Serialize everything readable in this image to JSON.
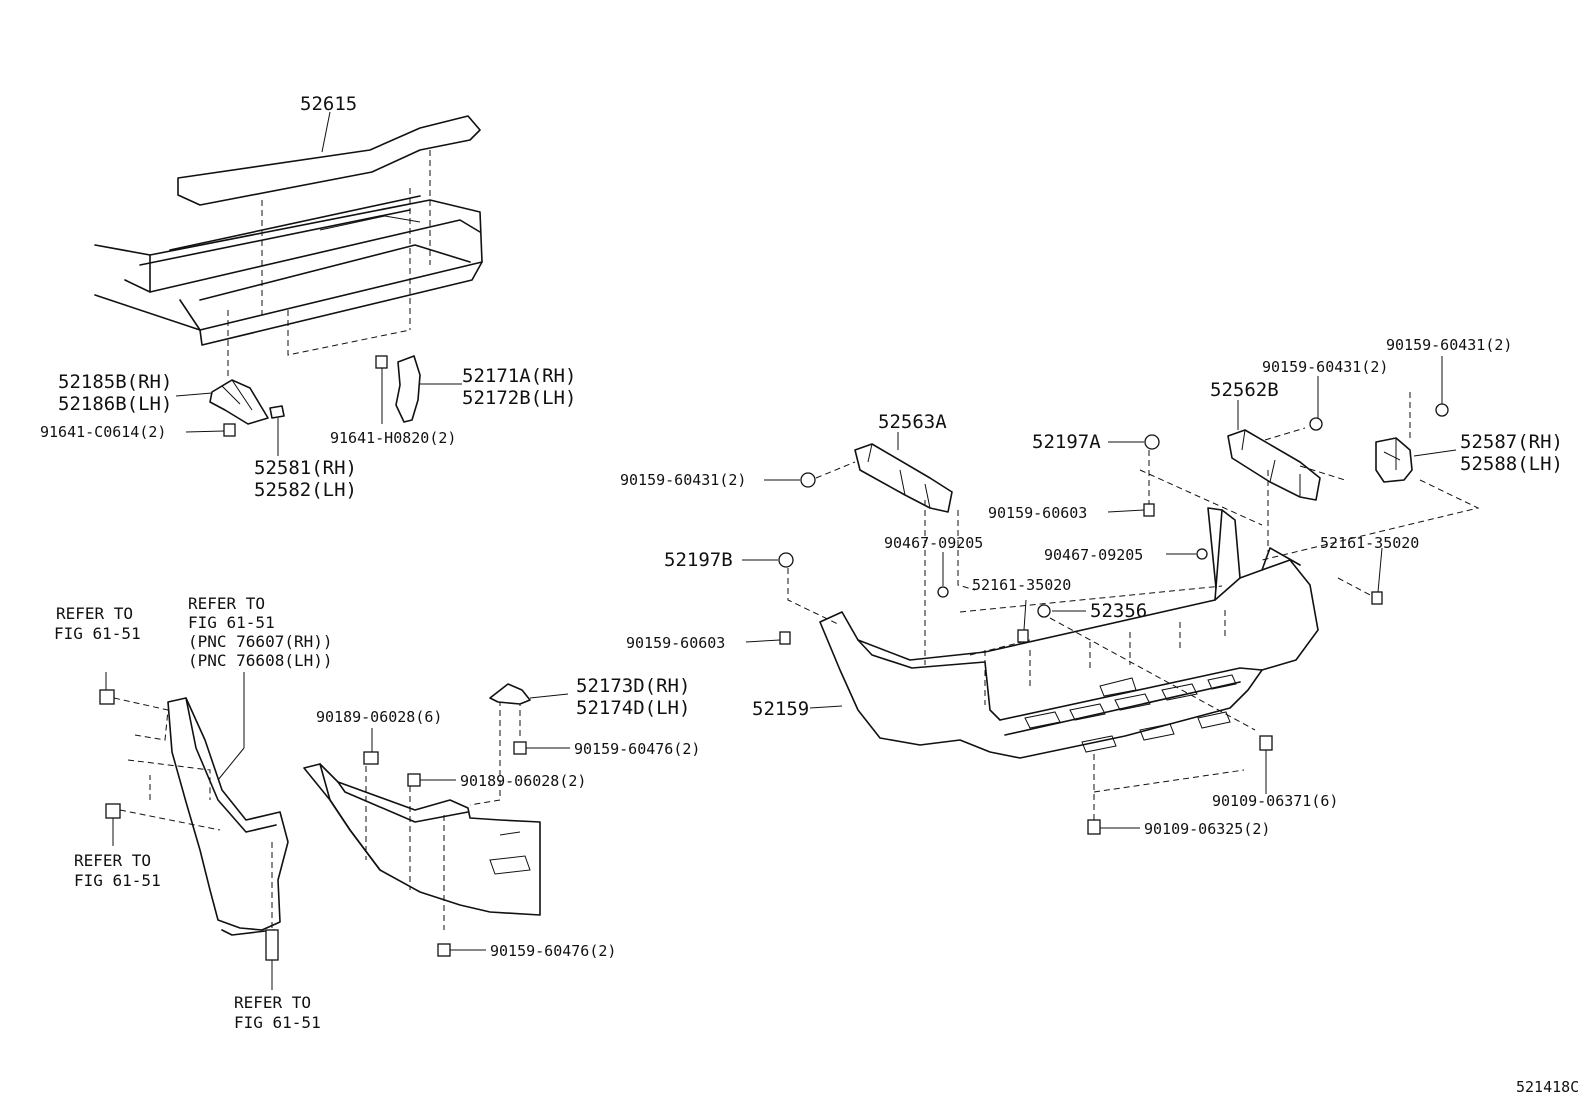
{
  "diagram_code": "521418C",
  "labels": {
    "p52615": "52615",
    "p52185b": "52185B(RH)",
    "p52186b": "52186B(LH)",
    "p91641c": "91641-C0614(2)",
    "p52581": "52581(RH)",
    "p52582": "52582(LH)",
    "p52171a": "52171A(RH)",
    "p52172b": "52172B(LH)",
    "p91641h": "91641-H0820(2)",
    "p52563a": "52563A",
    "p90159_431_a": "90159-60431(2)",
    "p90467_a": "90467-09205",
    "p52197b": "52197B",
    "p90159_603_a": "90159-60603",
    "p52161_a": "52161-35020",
    "p52356": "52356",
    "p52159": "52159",
    "p52197a": "52197A",
    "p90159_603_b": "90159-60603",
    "p90467_b": "90467-09205",
    "p52562b": "52562B",
    "p90159_431_b": "90159-60431(2)",
    "p90159_431_c": "90159-60431(2)",
    "p52587": "52587(RH)",
    "p52588": "52588(LH)",
    "p52161_b": "52161-35020",
    "p90109_371": "90109-06371(6)",
    "p90109_325": "90109-06325(2)",
    "p52173d": "52173D(RH)",
    "p52174d": "52174D(LH)",
    "p90159_476_a": "90159-60476(2)",
    "p90189_6": "90189-06028(6)",
    "p90189_2": "90189-06028(2)",
    "p90159_476_b": "90159-60476(2)"
  },
  "refs": {
    "ref1_l1": "REFER TO",
    "ref1_l2": "FIG 61-51",
    "ref2_l1": "REFER TO",
    "ref2_l2": "FIG 61-51",
    "ref2_l3": "(PNC 76607(RH))",
    "ref2_l4": "(PNC 76608(LH))",
    "ref3_l1": "REFER TO",
    "ref3_l2": "FIG 61-51",
    "ref4_l1": "REFER TO",
    "ref4_l2": "FIG 61-51"
  }
}
